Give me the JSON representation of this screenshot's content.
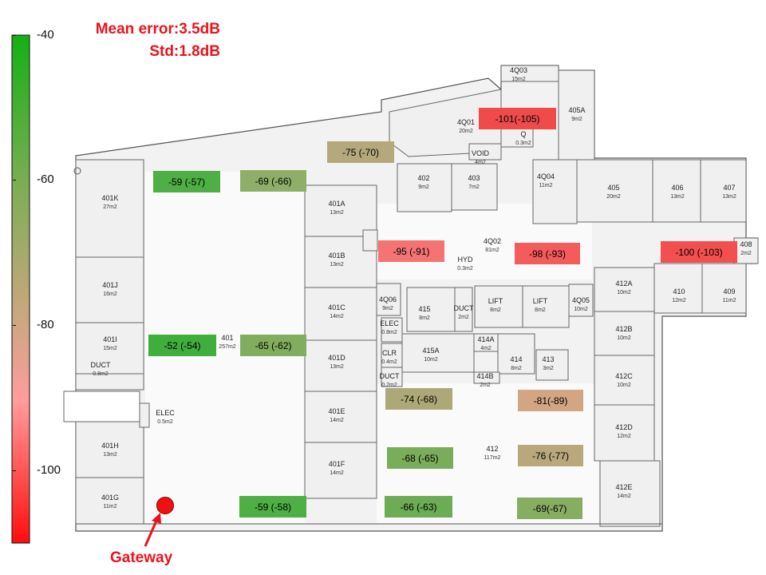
{
  "stats": {
    "mean_error": "Mean error:3.5dB",
    "std": "Std:1.8dB"
  },
  "colorbar": {
    "ticks": [
      "-40",
      "-60",
      "-80",
      "-100"
    ],
    "min": -110,
    "max": -40,
    "colors": {
      "top": "#1fb31f",
      "mid": "#c9a77f",
      "lower": "#ff9a9a",
      "bottom": "#ff1010"
    }
  },
  "gateway": {
    "label": "Gateway",
    "color": "#ee1111"
  },
  "rooms": [
    {
      "id": "401K",
      "name": "401K",
      "area": "27m2"
    },
    {
      "id": "401J",
      "name": "401J",
      "area": "16m2"
    },
    {
      "id": "401I",
      "name": "401I",
      "area": "15m2"
    },
    {
      "id": "duct-w",
      "name": "DUCT",
      "area": "0.8m2"
    },
    {
      "id": "401H",
      "name": "401H",
      "area": "13m2"
    },
    {
      "id": "401G",
      "name": "401G",
      "area": "11m2"
    },
    {
      "id": "401",
      "name": "401",
      "area": "257m2"
    },
    {
      "id": "elec-w",
      "name": "ELEC",
      "area": "0.5m2"
    },
    {
      "id": "401A",
      "name": "401A",
      "area": "13m2"
    },
    {
      "id": "401B",
      "name": "401B",
      "area": "13m2"
    },
    {
      "id": "401C",
      "name": "401C",
      "area": "14m2"
    },
    {
      "id": "401D",
      "name": "401D",
      "area": "13m2"
    },
    {
      "id": "401E",
      "name": "401E",
      "area": "14m2"
    },
    {
      "id": "401F",
      "name": "401F",
      "area": "14m2"
    },
    {
      "id": "4Q01",
      "name": "4Q01",
      "area": "20m2"
    },
    {
      "id": "4Q03",
      "name": "4Q03",
      "area": "15m2"
    },
    {
      "id": "405A",
      "name": "405A",
      "area": "9m2"
    },
    {
      "id": "void",
      "name": "VOID",
      "area": "4m2"
    },
    {
      "id": "q-small",
      "name": "Q",
      "area": "0.3m2"
    },
    {
      "id": "402",
      "name": "402",
      "area": "9m2"
    },
    {
      "id": "403",
      "name": "403",
      "area": "7m2"
    },
    {
      "id": "4Q04",
      "name": "4Q04",
      "area": "11m2"
    },
    {
      "id": "405",
      "name": "405",
      "area": "20m2"
    },
    {
      "id": "406",
      "name": "406",
      "area": "13m2"
    },
    {
      "id": "407",
      "name": "407",
      "area": "13m2"
    },
    {
      "id": "4Q02",
      "name": "4Q02",
      "area": "81m2"
    },
    {
      "id": "408",
      "name": "408",
      "area": "2m2"
    },
    {
      "id": "hyd",
      "name": "HYD",
      "area": "0.3m2"
    },
    {
      "id": "4Q06",
      "name": "4Q06",
      "area": "9m2"
    },
    {
      "id": "415",
      "name": "415",
      "area": "8m2"
    },
    {
      "id": "duct-c",
      "name": "DUCT",
      "area": "2m2"
    },
    {
      "id": "lift1",
      "name": "LIFT",
      "area": "8m2"
    },
    {
      "id": "lift2",
      "name": "LIFT",
      "area": "8m2"
    },
    {
      "id": "4Q05",
      "name": "4Q05",
      "area": "10m2"
    },
    {
      "id": "412A",
      "name": "412A",
      "area": "10m2"
    },
    {
      "id": "410",
      "name": "410",
      "area": "12m2"
    },
    {
      "id": "409",
      "name": "409",
      "area": "11m2"
    },
    {
      "id": "elec-c",
      "name": "ELEC",
      "area": "0.8m2"
    },
    {
      "id": "415A",
      "name": "415A",
      "area": "10m2"
    },
    {
      "id": "414A",
      "name": "414A",
      "area": "4m2"
    },
    {
      "id": "414",
      "name": "414",
      "area": "8m2"
    },
    {
      "id": "413",
      "name": "413",
      "area": "3m2"
    },
    {
      "id": "clr",
      "name": "CLR",
      "area": "0.4m2"
    },
    {
      "id": "duct-s",
      "name": "DUCT",
      "area": "0.2m2"
    },
    {
      "id": "414B",
      "name": "414B",
      "area": "2m2"
    },
    {
      "id": "412B",
      "name": "412B",
      "area": "10m2"
    },
    {
      "id": "412C",
      "name": "412C",
      "area": "10m2"
    },
    {
      "id": "412D",
      "name": "412D",
      "area": "12m2"
    },
    {
      "id": "412",
      "name": "412",
      "area": "117m2"
    },
    {
      "id": "412E",
      "name": "412E",
      "area": "14m2"
    }
  ],
  "measurements": [
    {
      "text": "-59 (-57)",
      "color": "#4eaf44"
    },
    {
      "text": "-69  (-66)",
      "color": "#8fae67"
    },
    {
      "text": "-75 (-70)",
      "color": "#b4a87c"
    },
    {
      "text": "-101(-105)",
      "color": "#f04b4b"
    },
    {
      "text": "-95 (-91)",
      "color": "#f57373"
    },
    {
      "text": "-98  (-93)",
      "color": "#f45c5c"
    },
    {
      "text": "-100 (-103)",
      "color": "#f34f4f"
    },
    {
      "text": "-52  (-54)",
      "color": "#3fae3c"
    },
    {
      "text": "-65  (-62)",
      "color": "#82ad5f"
    },
    {
      "text": "-74  (-68)",
      "color": "#aca877"
    },
    {
      "text": "-81(-89)",
      "color": "#d2a585"
    },
    {
      "text": "-68  (-65)",
      "color": "#7aad5a"
    },
    {
      "text": "-76  (-77)",
      "color": "#b8a87c"
    },
    {
      "text": "-59 (-58)",
      "color": "#4eaf44"
    },
    {
      "text": "-66  (-63)",
      "color": "#6cac54"
    },
    {
      "text": "-69(-67)",
      "color": "#86ad62"
    }
  ]
}
